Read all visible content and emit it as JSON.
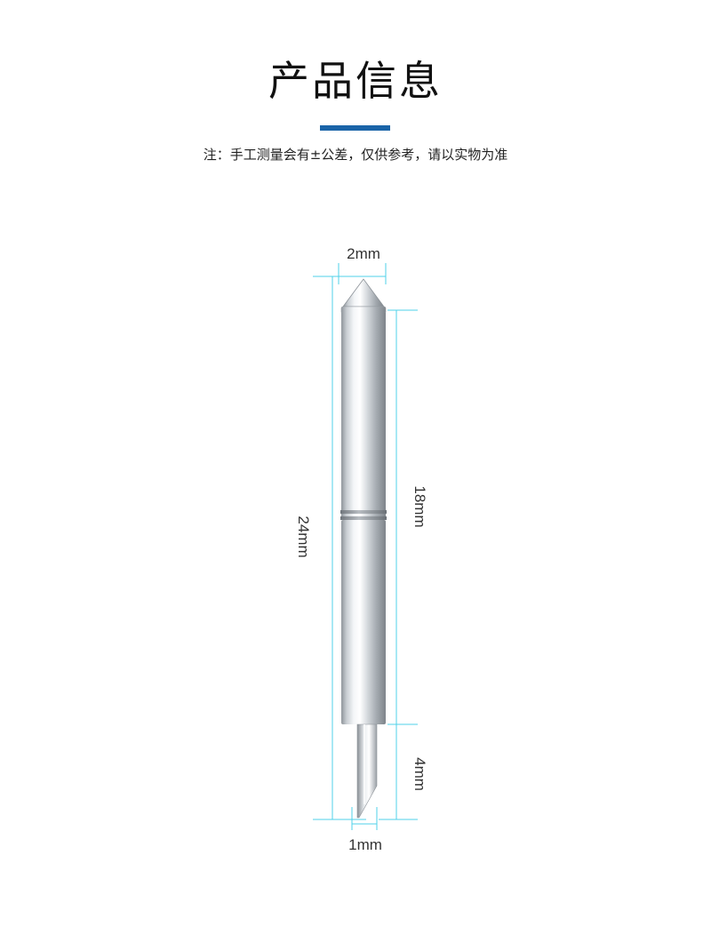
{
  "header": {
    "title": "产品信息",
    "note": "注：手工测量会有±公差，仅供参考，请以实物为准"
  },
  "colors": {
    "accent_bar": "#1a64a8",
    "dimension_line": "#4fd2ea"
  },
  "dimensions": {
    "tip_diameter": "2mm",
    "body_length": "18mm",
    "total_length": "24mm",
    "blade_length": "4mm",
    "blade_width": "1mm"
  }
}
